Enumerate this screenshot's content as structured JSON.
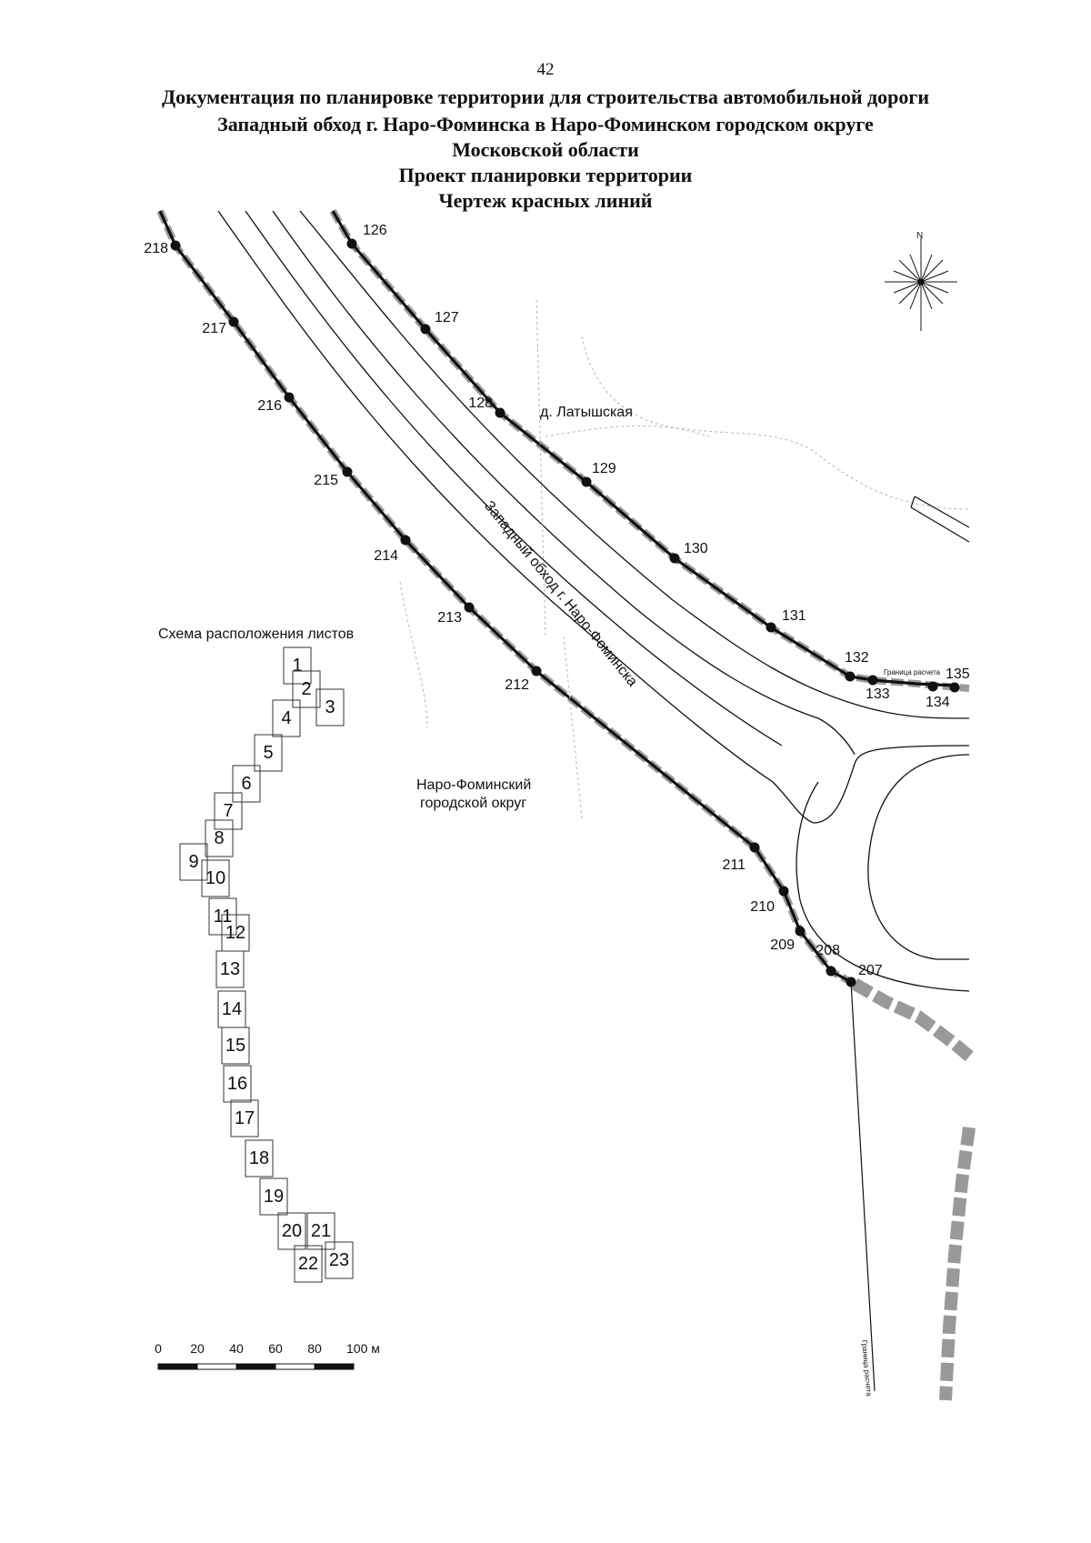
{
  "document": {
    "page_number": "42",
    "title_lines": [
      "Документация по планировке территории для строительства автомобильной дороги",
      "Западный обход г. Наро-Фоминска в Наро-Фоминском городском округе",
      "Московской области",
      "Проект планировки территории",
      "Чертеж красных линий"
    ]
  },
  "map": {
    "labels": {
      "village": "д. Латышская",
      "road": "Западный обход г. Наро-Фоминска",
      "district_line1": "Наро-Фоминский",
      "district_line2": "городской округ",
      "calc_boundary": "Граница расчета",
      "calc_boundary_vertical": "Граница расчета",
      "north": "N"
    },
    "points_top": [
      "126",
      "127",
      "128",
      "129",
      "130",
      "131",
      "132",
      "133",
      "134",
      "135"
    ],
    "points_bottom": [
      "218",
      "217",
      "216",
      "215",
      "214",
      "213",
      "212",
      "211",
      "210",
      "209",
      "208",
      "207"
    ],
    "line_color": "#111111",
    "hatch_color": "#8a8a8a"
  },
  "key_map": {
    "title": "Схема расположения листов",
    "sheets": [
      "1",
      "2",
      "3",
      "4",
      "5",
      "6",
      "7",
      "8",
      "9",
      "10",
      "11",
      "12",
      "13",
      "14",
      "15",
      "16",
      "17",
      "18",
      "19",
      "20",
      "21",
      "22",
      "23"
    ]
  },
  "scale_bar": {
    "ticks": [
      "0",
      "20",
      "40",
      "60",
      "80",
      "100 м"
    ]
  }
}
